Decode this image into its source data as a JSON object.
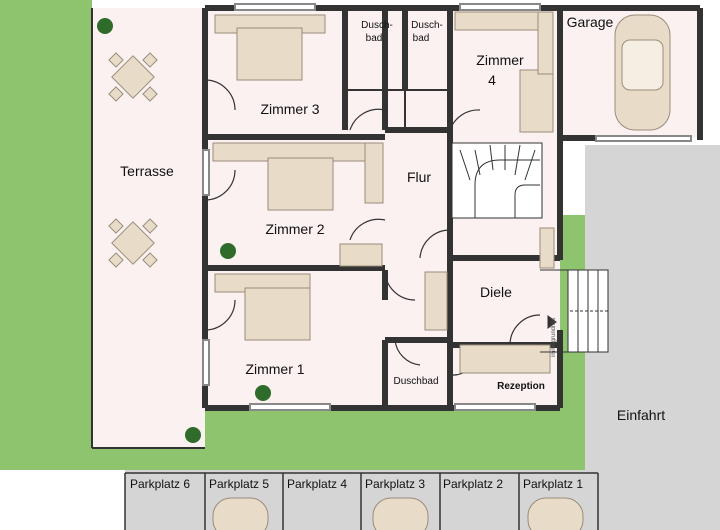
{
  "rooms": {
    "zimmer1": "Zimmer 1",
    "zimmer2": "Zimmer 2",
    "zimmer3": "Zimmer 3",
    "zimmer4_line1": "Zimmer",
    "zimmer4_line2": "4",
    "terrasse": "Terrasse",
    "flur": "Flur",
    "diele": "Diele",
    "garage": "Garage",
    "duschbad_a_line1": "Dusch-",
    "duschbad_a_line2": "bad",
    "duschbad_b_line1": "Dusch-",
    "duschbad_b_line2": "bad",
    "duschbad_c": "Duschbad",
    "rezeption": "Rezeption"
  },
  "outside": {
    "einfahrt": "Einfahrt",
    "parking": [
      "Parkplatz 6",
      "Parkplatz 5",
      "Parkplatz 4",
      "Parkplatz 3",
      "Parkplatz 2",
      "Parkplatz 1"
    ]
  },
  "watermark": "immogrundriss",
  "colors": {
    "lawn": "#8fc46f",
    "floor": "#fbf1f1",
    "wall": "#333333",
    "furniture": "#e8dcc8",
    "pavement": "#d5d5d5",
    "plant": "#2f6b2a"
  }
}
